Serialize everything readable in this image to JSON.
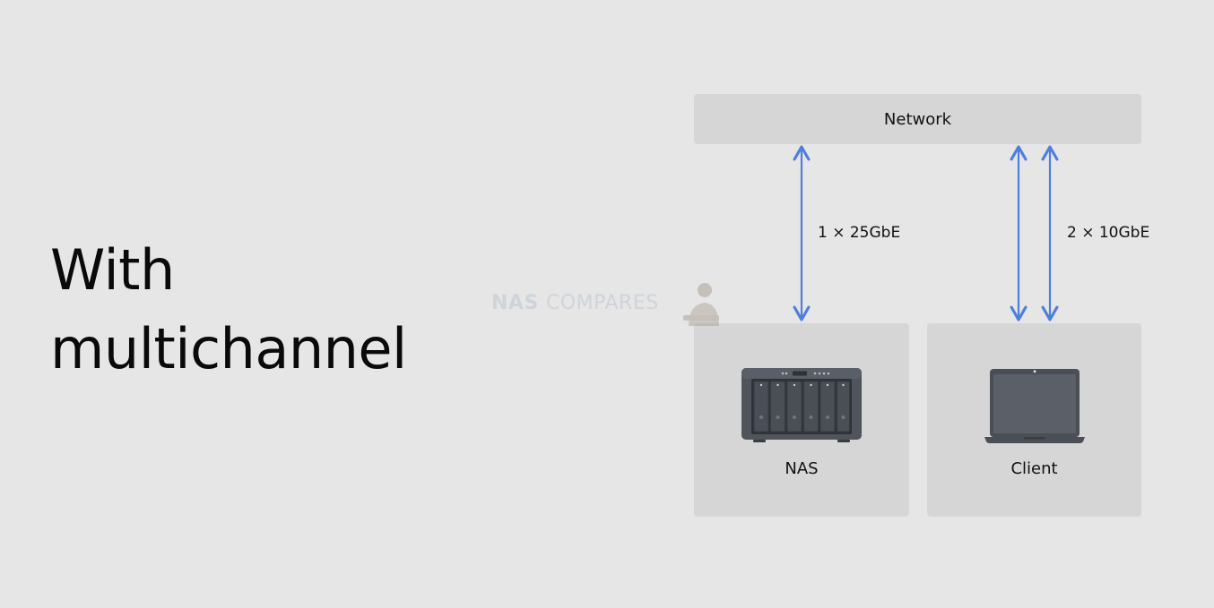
{
  "heading": {
    "line1": "With",
    "line2": "multichannel"
  },
  "diagram": {
    "network_label": "Network",
    "nas_label": "NAS",
    "client_label": "Client",
    "nas_link_label": "1 × 25GbE",
    "client_link_label": "2 × 10GbE"
  },
  "watermark": {
    "bold": "NAS",
    "rest": "COMPARES"
  },
  "colors": {
    "background": "#e6e6e6",
    "box": "#d6d6d6",
    "arrow": "#4f7fdc",
    "device": "#4a4e55"
  },
  "icons": {
    "nas": "nas-device-icon",
    "client": "laptop-icon"
  }
}
